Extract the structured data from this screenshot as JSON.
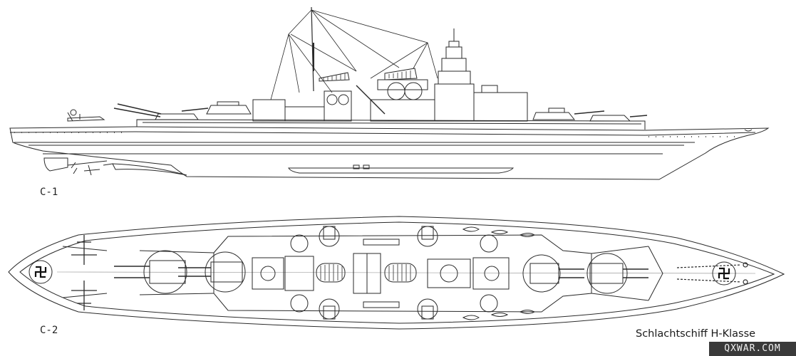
{
  "labels": {
    "side_view": "C-1",
    "top_view": "C-2",
    "caption": "Schlachtschiff H-Klasse"
  },
  "watermark": "QXWAR.COM",
  "colors": {
    "line": "#2a2a2a",
    "hatch": "#555555",
    "background": "#ffffff"
  }
}
